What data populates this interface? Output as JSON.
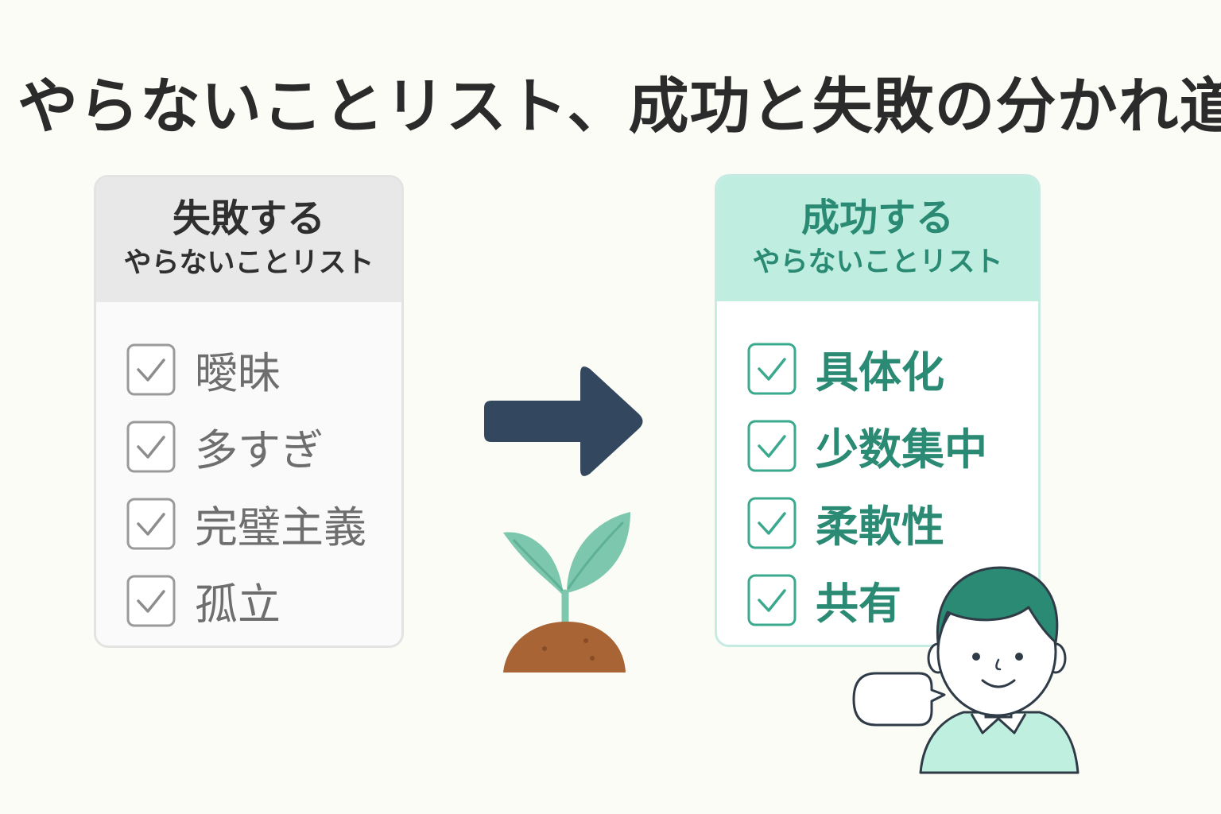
{
  "title": "やらないことリスト、成功と失敗の分かれ道",
  "fail_card": {
    "heading": "失敗する",
    "subheading": "やらないことリスト",
    "items": [
      "曖昧",
      "多すぎ",
      "完璧主義",
      "孤立"
    ]
  },
  "success_card": {
    "heading": "成功する",
    "subheading": "やらないことリスト",
    "items": [
      "具体化",
      "少数集中",
      "柔軟性",
      "共有"
    ]
  },
  "colors": {
    "background": "#fcfcf7",
    "fail_header": "#e8e8e9",
    "success_header": "#bfeee1",
    "success_text": "#2a8a73",
    "arrow": "#33475f",
    "sprout": "#7cc7ad",
    "soil": "#a86434"
  },
  "icons": {
    "arrow": "right-arrow-icon",
    "sprout": "sprout-icon",
    "person": "smiling-person-icon",
    "bubble": "speech-bubble-icon",
    "checkbox": "checkbox-checked-icon"
  }
}
